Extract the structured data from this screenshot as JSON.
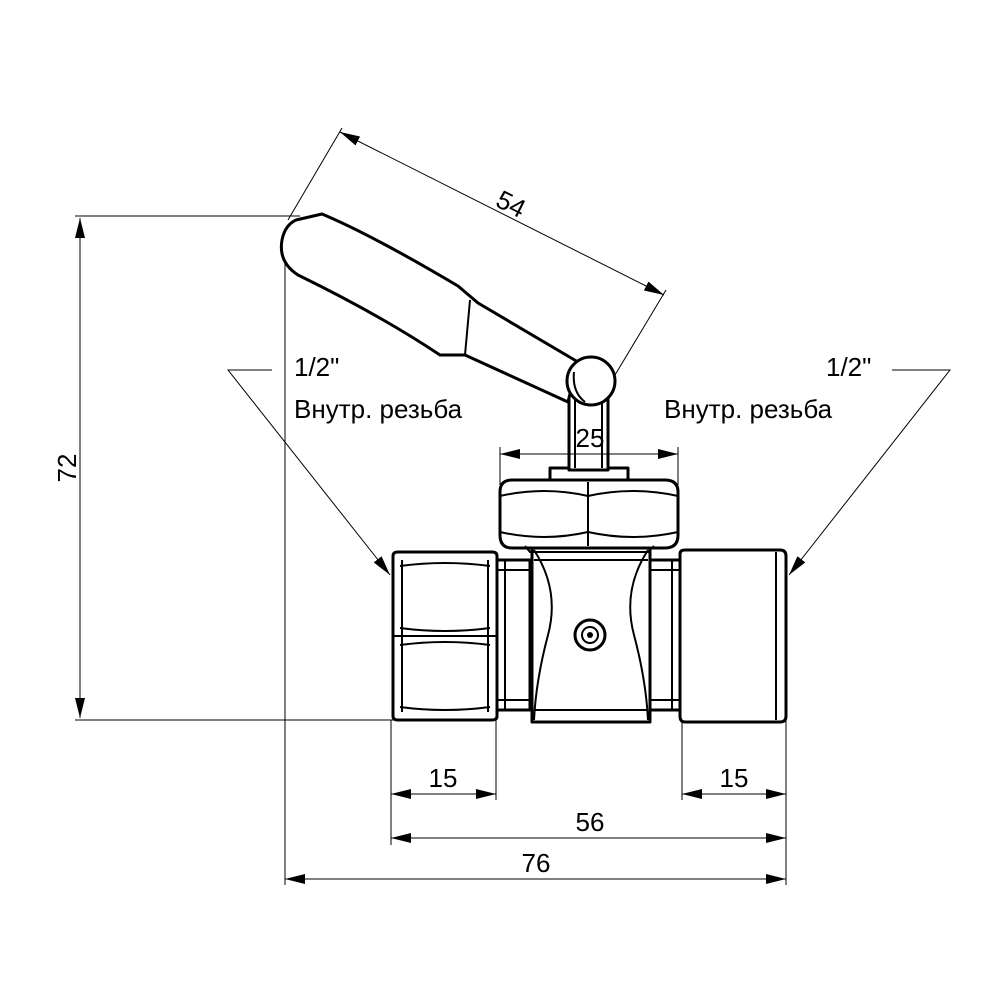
{
  "dimensions": {
    "total_height": "72",
    "handle_length": "54",
    "stem_width": "25",
    "left_thread_length": "15",
    "right_thread_length": "15",
    "body_length": "56",
    "total_length": "76"
  },
  "callouts": {
    "left": {
      "size": "1/2\"",
      "text": "Внутр. резьба"
    },
    "right": {
      "size": "1/2\"",
      "text": "Внутр. резьба"
    }
  },
  "colors": {
    "line": "#000000",
    "background": "#ffffff"
  }
}
